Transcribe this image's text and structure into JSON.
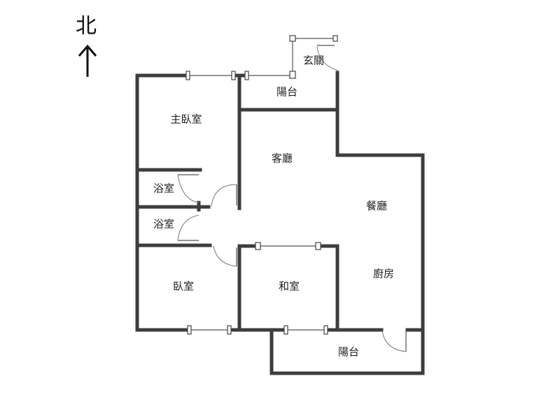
{
  "compass": {
    "label": "北"
  },
  "rooms": {
    "entrance": "玄關",
    "balcony_north": "陽台",
    "master_bedroom": "主臥室",
    "living_room": "客廳",
    "bathroom_1": "浴室",
    "bathroom_2": "浴室",
    "dining_room": "餐廳",
    "kitchen": "廚房",
    "bedroom": "臥室",
    "japanese_room": "和室",
    "balcony_south": "陽台"
  }
}
